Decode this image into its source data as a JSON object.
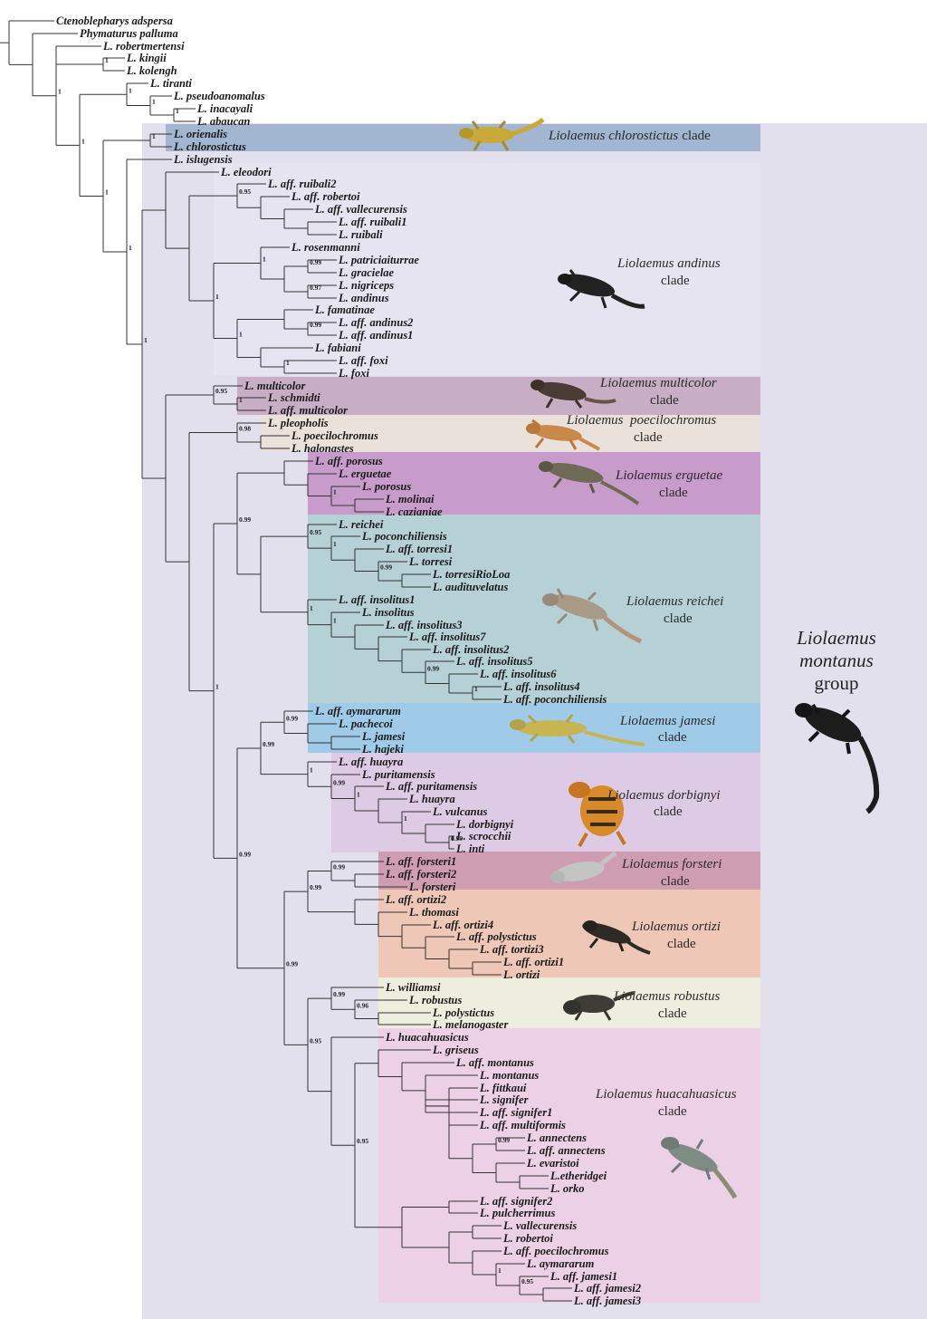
{
  "group": {
    "line1": "Liolaemus",
    "line2": "montanus",
    "line3": "group"
  },
  "clades": [
    {
      "id": "chlorostictus",
      "name": "Liolaemus chlorostictus",
      "word": "clade",
      "color": "#a2b6d2"
    },
    {
      "id": "andinus",
      "name": "Liolaemus andinus",
      "word": "clade",
      "color": "#e1dfed"
    },
    {
      "id": "multicolor",
      "name": "Liolaemus multicolor",
      "word": "clade",
      "color": "#c7aec4"
    },
    {
      "id": "poecilochromus",
      "name": "Liolaemus  poecilochromus",
      "word": "clade",
      "color": "#e9e1da"
    },
    {
      "id": "erguetae",
      "name": "Liolaemus erguetae",
      "word": "clade",
      "color": "#c79ccb"
    },
    {
      "id": "reichei",
      "name": "Liolaemus reichei",
      "word": "clade",
      "color": "#b5d1d6"
    },
    {
      "id": "jamesi",
      "name": "Liolaemus jamesi",
      "word": "clade",
      "color": "#9fcbe9"
    },
    {
      "id": "dorbignyi",
      "name": "Liolaemus dorbignyi",
      "word": "clade",
      "color": "#ddcae4"
    },
    {
      "id": "forsteri",
      "name": "Liolaemus forsteri",
      "word": "clade",
      "color": "#cf9db2"
    },
    {
      "id": "ortizi",
      "name": "Liolaemus ortizi",
      "word": "clade",
      "color": "#efc7b6"
    },
    {
      "id": "robustus",
      "name": "Liolaemus robustus",
      "word": "clade",
      "color": "#eeeede"
    },
    {
      "id": "huacahuasicus",
      "name": "Liolaemus huacahuasicus",
      "word": "clade",
      "color": "#ecd0e5"
    }
  ],
  "taxa": [
    "Ctenoblepharys adspersa",
    "Phymaturus palluma",
    "L. robertmertensi",
    "L. kingii",
    "L. kolengh",
    "L. tiranti",
    "L. pseudoanomalus",
    "L. inacayali",
    "L. abaucan",
    "L. orienalis",
    "L. chlorostictus",
    "L. islugensis",
    "L. eleodori",
    "L. aff. ruibali2",
    "L. aff. robertoi",
    "L. aff. vallecurensis",
    "L. aff. ruibali1",
    "L. ruibali",
    "L. rosenmanni",
    "L. patriciaiturrae",
    "L. gracielae",
    "L. nigriceps",
    "L. andinus",
    "L. famatinae",
    "L. aff. andinus2",
    "L. aff. andinus1",
    "L. fabiani",
    "L. aff. foxi",
    "L. foxi",
    "L. multicolor",
    "L. schmidti",
    "L. aff. multicolor",
    "L. pleopholis",
    "L. poecilochromus",
    "L. halonastes",
    "L. aff. porosus",
    "L. erguetae",
    "L. porosus",
    "L. molinai",
    "L. cazianiae",
    "L. reichei",
    "L. poconchiliensis",
    "L. aff. torresi1",
    "L. torresi",
    "L. torresiRioLoa",
    "L. audituvelatus",
    "L. aff. insolitus1",
    "L. insolitus",
    "L. aff. insolitus3",
    "L. aff. insolitus7",
    "L. aff. insolitus2",
    "L. aff. insolitus5",
    "L. aff. insolitus6",
    "L. aff. insolitus4",
    "L. aff. poconchiliensis",
    "L. aff. aymararum",
    "L. pachecoi",
    "L. jamesi",
    "L. hajeki",
    "L. aff. huayra",
    "L. puritamensis",
    "L. aff. puritamensis",
    "L. huayra",
    "L. vulcanus",
    "L. dorbignyi",
    "L. scrocchii",
    "L. inti",
    "L. aff. forsteri1",
    "L. aff. forsteri2",
    "L. forsteri",
    "L. aff. ortizi2",
    "L. thomasi",
    "L. aff. ortizi4",
    "L. aff. polystictus",
    "L. aff. tortizi3",
    "L. aff. ortizi1",
    "L. ortizi",
    "L. williamsi",
    "L. robustus",
    "L. polystictus",
    "L. melanogaster",
    "L. huacahuasicus",
    "L. griseus",
    "L. aff. montanus",
    "L. montanus",
    "L. fittkaui",
    "L. signifer",
    "L. aff. signifer1",
    "L. aff. multiformis",
    "L. annectens",
    "L. aff. annectens",
    "L. evaristoi",
    "L.etheridgei",
    "L. orko",
    "L. aff. signifer2",
    "L. pulcherrimus",
    "L. vallecurensis",
    "L. robertoi",
    "L. aff. poecilochromus",
    "L. aymararum",
    "L. aff. jamesi1",
    "L. aff. jamesi2",
    "L. aff. jamesi3"
  ],
  "support_values": [
    "1",
    "1",
    "1",
    "1",
    "1",
    "1",
    "1",
    "1",
    "1",
    "1",
    "0.95",
    "1",
    "0.99",
    "0.97",
    "1",
    "0.99",
    "1",
    "1",
    "0.95",
    "1",
    "0.98",
    "1",
    "0.95",
    "1",
    "0.99",
    "0.99",
    "1",
    "1",
    "0.99",
    "1",
    "1",
    "0.99",
    "0.99",
    "0.99",
    "1",
    "0.99",
    "1",
    "1",
    "1",
    "0.99",
    "0.99",
    "0.99",
    "0.99",
    "0.99",
    "0.96",
    "0.95",
    "0.95",
    "0.99",
    "1",
    "0.95"
  ]
}
